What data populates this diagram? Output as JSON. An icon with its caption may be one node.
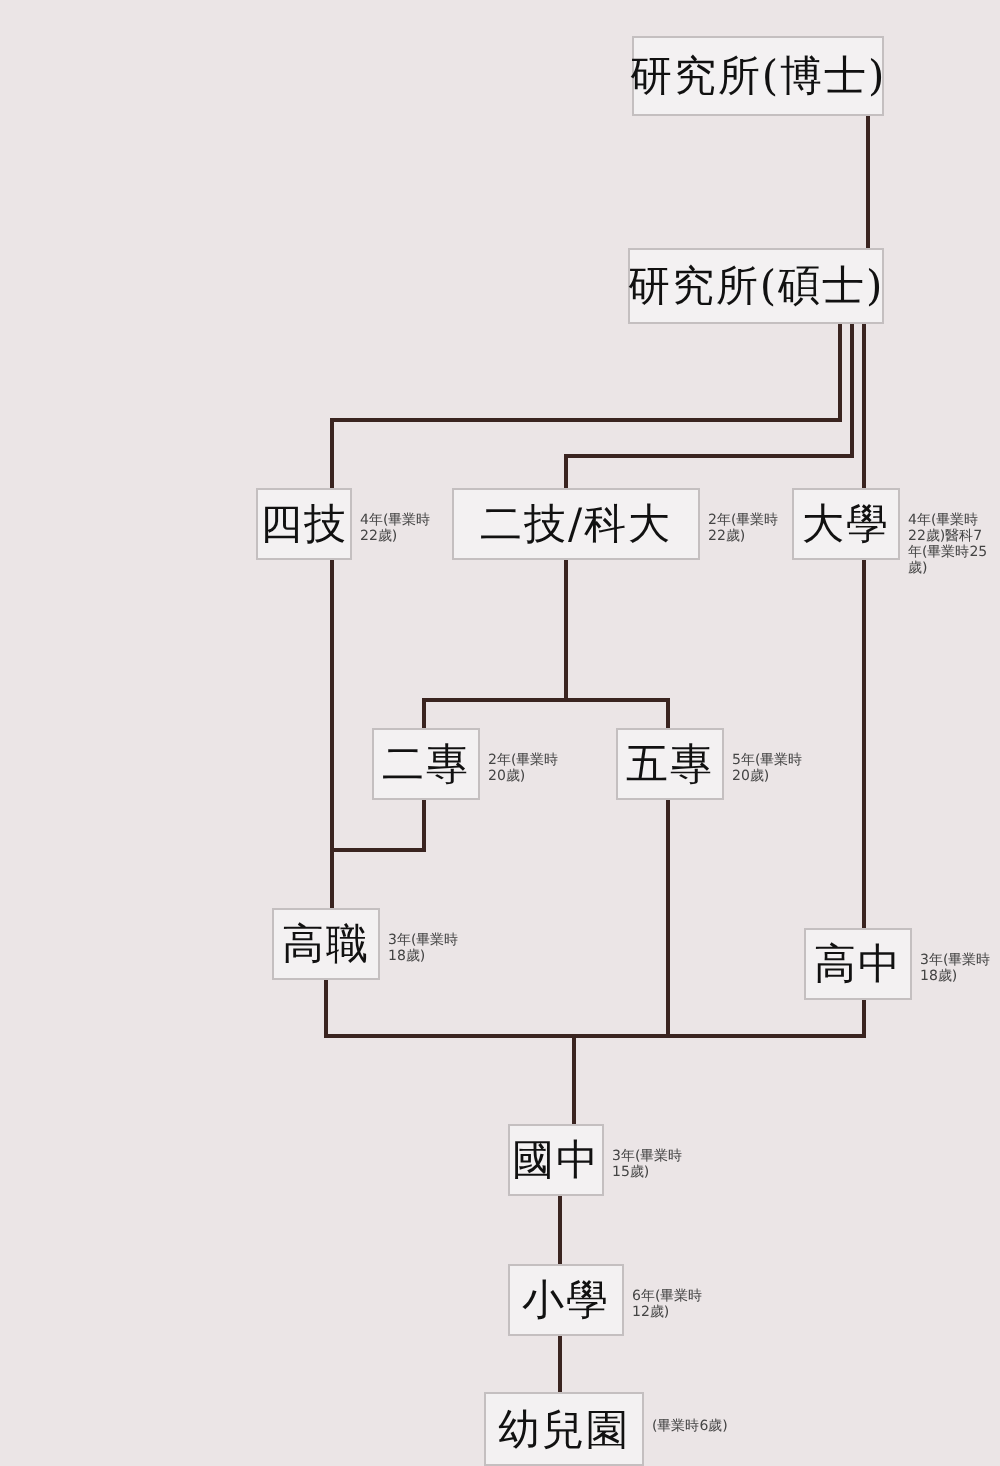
{
  "diagram": {
    "nodes": [
      {
        "text": [
          "研究所(博士)"
        ]
      },
      {
        "text": [
          "研究所(碩士)"
        ]
      },
      {
        "text": [
          "四技"
        ],
        "beside": [
          "4年(畢業時22歲)"
        ]
      },
      {
        "text": [
          "二技/科大"
        ],
        "beside": [
          "2年(畢業時22歲)"
        ]
      },
      {
        "text": [
          "大學"
        ],
        "beside": [
          "4年(畢業時22歲)醫科7年(畢業時25歲)"
        ]
      },
      {
        "text": [
          "二專"
        ],
        "beside": [
          "2年(畢業時20歲)"
        ]
      },
      {
        "text": [
          "五專"
        ],
        "beside": [
          "5年(畢業時20歲)"
        ]
      },
      {
        "text": [
          "高職"
        ],
        "beside": [
          "3年(畢業時18歲)"
        ]
      },
      {
        "text": [
          "高中"
        ],
        "beside": [
          "3年(畢業時18歲)"
        ]
      },
      {
        "text": [
          "國中"
        ],
        "beside": [
          "3年(畢業時15歲)"
        ]
      },
      {
        "text": [
          "小學"
        ],
        "beside": [
          "6年(畢業時12歲)"
        ]
      },
      {
        "text": [
          "幼兒園"
        ],
        "beside": [
          "(畢業時6歲)"
        ]
      }
    ],
    "edges": [
      {
        "from": 0,
        "to": 1,
        "arrow": "none"
      },
      {
        "from": 1,
        "to": 2,
        "arrow": "none"
      },
      {
        "from": 1,
        "to": 3,
        "arrow": "none"
      },
      {
        "from": 1,
        "to": 4,
        "arrow": "none"
      },
      {
        "from": 3,
        "to": 5,
        "arrow": "none"
      },
      {
        "from": 3,
        "to": 6,
        "arrow": "none"
      },
      {
        "from": 2,
        "to": 7,
        "arrow": "none"
      },
      {
        "from": 5,
        "to": 7,
        "arrow": "none"
      },
      {
        "from": 4,
        "to": 8,
        "arrow": "none"
      },
      {
        "from": 7,
        "to": 9,
        "arrow": "none"
      },
      {
        "from": 6,
        "to": 9,
        "arrow": "none"
      },
      {
        "from": 8,
        "to": 9,
        "arrow": "none"
      },
      {
        "from": 9,
        "to": 10,
        "arrow": "none"
      },
      {
        "from": 10,
        "to": 11,
        "arrow": "none"
      }
    ]
  }
}
